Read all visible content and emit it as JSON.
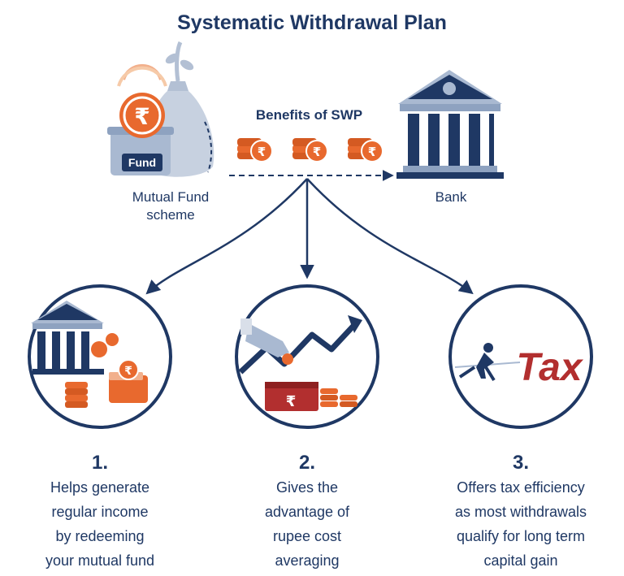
{
  "title": "Systematic Withdrawal Plan",
  "flow": {
    "benefits_label": "Benefits of SWP",
    "source": {
      "fund_tag": "Fund",
      "label_lines": [
        "Mutual Fund",
        "scheme"
      ]
    },
    "destination": {
      "label": "Bank"
    },
    "rupee_symbol": "₹"
  },
  "benefits": [
    {
      "number": "1.",
      "icon": "bank-income-icon",
      "lines": [
        "Helps generate",
        "regular income",
        "by redeeming",
        "your mutual fund"
      ]
    },
    {
      "number": "2.",
      "icon": "rupee-cost-averaging-icon",
      "lines": [
        "Gives the",
        "advantage of",
        "rupee cost",
        "averaging"
      ]
    },
    {
      "number": "3.",
      "icon": "tax-efficiency-icon",
      "tax_word": "Tax",
      "lines": [
        "Offers tax efficiency",
        "as most withdrawals",
        "qualify for long term",
        "capital gain"
      ]
    }
  ],
  "colors": {
    "navy": "#1f3864",
    "orange": "#e8692e",
    "light_blue": "#a9b9d1",
    "red": "#b22f2f"
  }
}
